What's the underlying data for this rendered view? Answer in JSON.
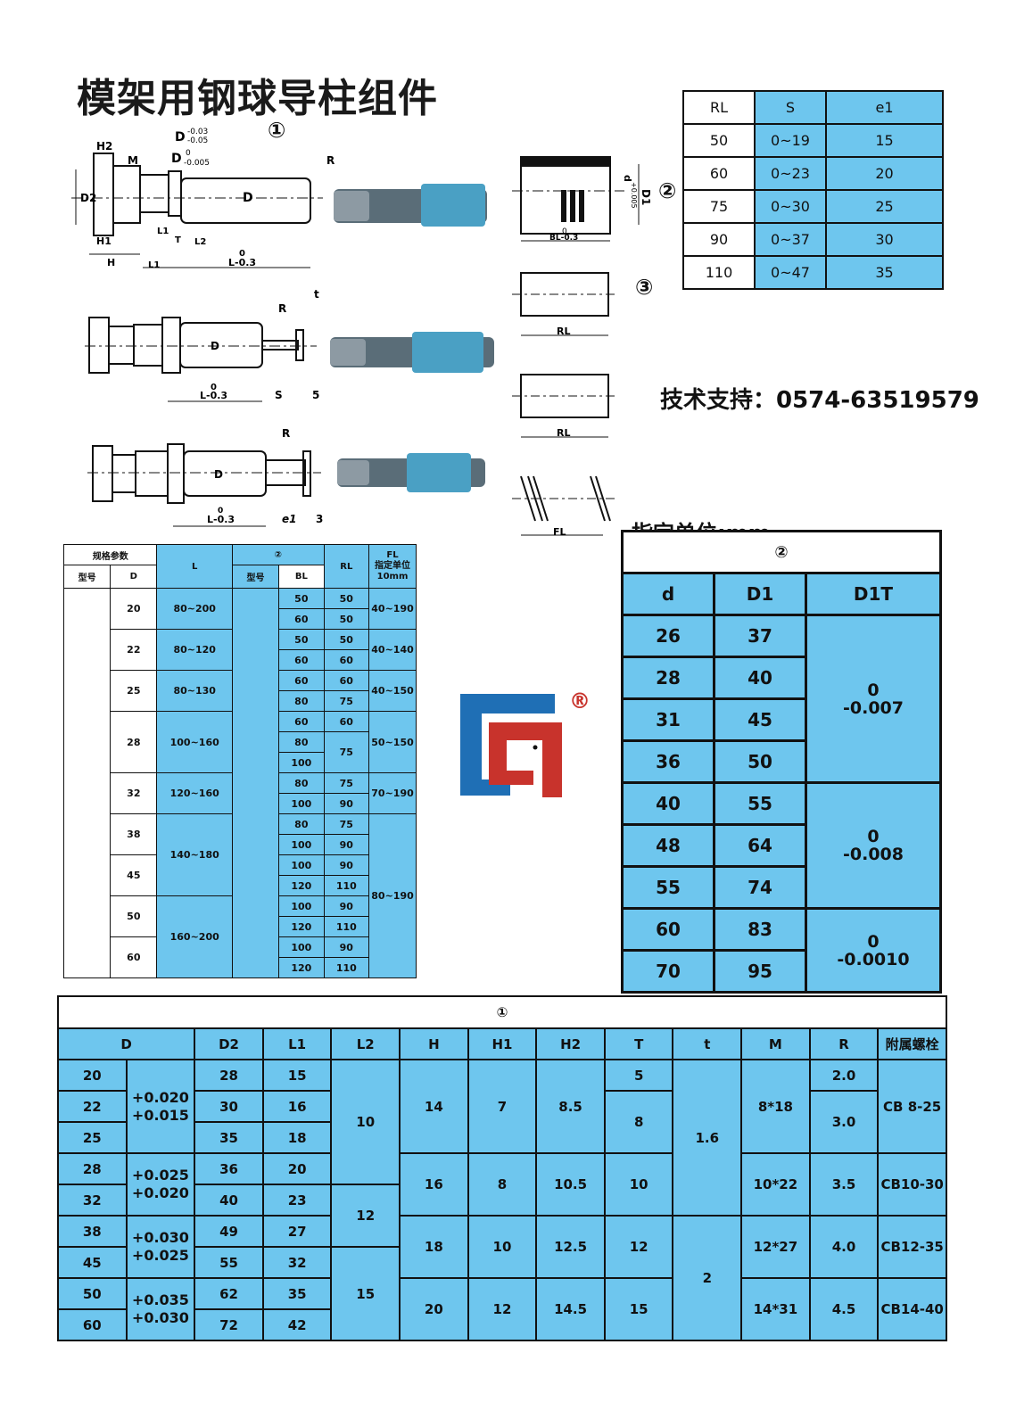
{
  "title": "模架用钢球导柱组件",
  "marks": {
    "one": "①",
    "two": "②",
    "three": "③"
  },
  "drawing_labels": {
    "H2": "H2",
    "M": "M",
    "D_top1": "D",
    "D_top1_sup": "-0.03",
    "D_top1_sub": "-0.05",
    "D_top2": "D",
    "D_top2_sup": "0",
    "D_top2_sub": "-0.005",
    "R": "R",
    "D2": "D2",
    "D": "D",
    "H1": "H1",
    "H": "H",
    "L1": "L1",
    "T": "T",
    "L2": "L2",
    "L_tol": "0",
    "L_base": "L-0.3",
    "t": "t",
    "S": "S",
    "five": "5",
    "three": "3",
    "e1": "e1",
    "D1": "D1",
    "d": "d",
    "d_tol": "+0.005",
    "d_tol2": "0",
    "BL_tol": "0",
    "BL": "BL-0.3",
    "RL": "RL",
    "FL": "FL"
  },
  "rl_table": {
    "headers": [
      "RL",
      "S",
      "e1"
    ],
    "rows": [
      [
        "50",
        "0~19",
        "15"
      ],
      [
        "60",
        "0~23",
        "20"
      ],
      [
        "75",
        "0~30",
        "25"
      ],
      [
        "90",
        "0~37",
        "30"
      ],
      [
        "110",
        "0~47",
        "35"
      ]
    ]
  },
  "support": "技术支持：0574-63519579",
  "unit_note": "指定单位;mm",
  "spec_table": {
    "h_spec": "规格参数",
    "h_L": "L",
    "h_two": "②",
    "h_RL": "RL",
    "h_FL1": "FL",
    "h_FL2": "指定单位",
    "h_FL3": "10mm",
    "h_model": "型号",
    "h_D": "D",
    "h_model2": "型号",
    "h_BL": "BL",
    "groups": [
      {
        "D": "20",
        "L": "80~200",
        "rows": [
          [
            "50",
            "50"
          ],
          [
            "60",
            "50"
          ]
        ],
        "FL": "40~190"
      },
      {
        "D": "22",
        "L": "80~120",
        "rows": [
          [
            "50",
            "50"
          ],
          [
            "60",
            "60"
          ]
        ],
        "FL": "40~140"
      },
      {
        "D": "25",
        "L": "80~130",
        "rows": [
          [
            "60",
            "60"
          ],
          [
            "80",
            "75"
          ]
        ],
        "FL": "40~150"
      },
      {
        "D": "28",
        "L": "100~160",
        "rows": [
          [
            "60",
            "60"
          ],
          [
            "80",
            "75"
          ],
          [
            "100",
            ""
          ]
        ],
        "FL": "50~150"
      },
      {
        "D": "32",
        "L": "120~160",
        "rows": [
          [
            "80",
            "75"
          ],
          [
            "100",
            "90"
          ]
        ],
        "FL": "70~190"
      },
      {
        "D": "38",
        "L": "140~180",
        "rows": [
          [
            "80",
            "75"
          ],
          [
            "100",
            "90"
          ]
        ],
        "FL": "80~190"
      },
      {
        "D": "45",
        "L": "",
        "rows": [
          [
            "100",
            "90"
          ],
          [
            "120",
            "110"
          ]
        ],
        "FL": ""
      },
      {
        "D": "50",
        "L": "160~200",
        "rows": [
          [
            "100",
            "90"
          ],
          [
            "120",
            "110"
          ]
        ],
        "FL": ""
      },
      {
        "D": "60",
        "L": "",
        "rows": [
          [
            "100",
            "90"
          ],
          [
            "120",
            "110"
          ]
        ],
        "FL": ""
      }
    ]
  },
  "d_table": {
    "caption": "②",
    "headers": [
      "d",
      "D1",
      "D1T"
    ],
    "rows": [
      [
        "26",
        "37"
      ],
      [
        "28",
        "40"
      ],
      [
        "31",
        "45"
      ],
      [
        "36",
        "50"
      ],
      [
        "40",
        "55"
      ],
      [
        "48",
        "64"
      ],
      [
        "55",
        "74"
      ],
      [
        "60",
        "83"
      ],
      [
        "70",
        "95"
      ]
    ],
    "tol1": [
      "0",
      "-0.007"
    ],
    "tol2": [
      "0",
      "-0.008"
    ],
    "tol3": [
      "0",
      "-0.0010"
    ]
  },
  "bottom_table": {
    "caption": "①",
    "headers": [
      "D",
      "D2",
      "L1",
      "L2",
      "H",
      "H1",
      "H2",
      "T",
      "t",
      "M",
      "R",
      "附属螺栓"
    ],
    "D": [
      "20",
      "22",
      "25",
      "28",
      "32",
      "38",
      "45",
      "50",
      "60"
    ],
    "Dtol": [
      [
        "+0.020",
        "+0.015"
      ],
      [
        "+0.025",
        "+0.020"
      ],
      [
        "+0.030",
        "+0.025"
      ],
      [
        "+0.035",
        "+0.030"
      ]
    ],
    "D2": [
      "28",
      "30",
      "35",
      "36",
      "40",
      "49",
      "55",
      "62",
      "72"
    ],
    "L1": [
      "15",
      "16",
      "18",
      "20",
      "23",
      "27",
      "32",
      "35",
      "42"
    ],
    "L2": [
      "10",
      "12",
      "15"
    ],
    "H": [
      "14",
      "16",
      "18",
      "20"
    ],
    "H1": [
      "7",
      "8",
      "10",
      "12"
    ],
    "H2": [
      "8.5",
      "10.5",
      "12.5",
      "14.5"
    ],
    "T": [
      "5",
      "8",
      "10",
      "12",
      "15"
    ],
    "t": [
      "1.6",
      "2"
    ],
    "M": [
      "8*18",
      "10*22",
      "12*27",
      "14*31"
    ],
    "R": [
      "2.0",
      "3.0",
      "3.5",
      "4.0",
      "4.5"
    ],
    "bolt": [
      "CB 8-25",
      "CB10-30",
      "CB12-35",
      "CB14-40"
    ]
  },
  "logo": {
    "registered": "®"
  },
  "colors": {
    "table_blue": "#6ec6ee",
    "logo_blue": "#1f6fb5",
    "logo_red": "#c8332c"
  }
}
